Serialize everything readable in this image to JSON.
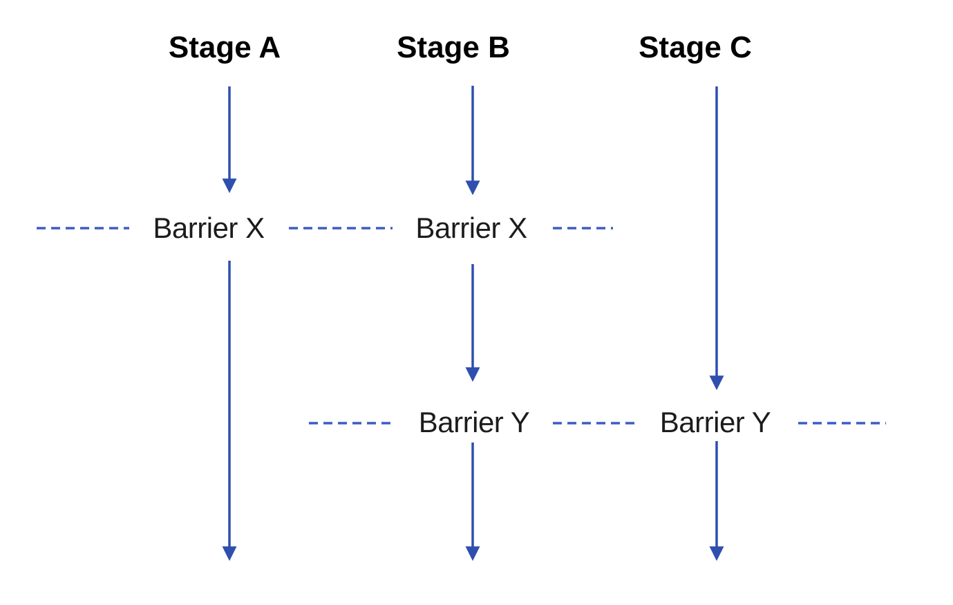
{
  "diagram": {
    "stages": [
      {
        "label": "Stage A"
      },
      {
        "label": "Stage B"
      },
      {
        "label": "Stage C"
      }
    ],
    "barrier_rows": [
      {
        "labels": [
          "Barrier X",
          "Barrier X"
        ]
      },
      {
        "labels": [
          "Barrier Y",
          "Barrier Y"
        ]
      }
    ]
  },
  "colors": {
    "arrow_blue": "#2E4FAD",
    "dash_blue": "#3B5CC4",
    "heading_text": "#000000",
    "barrier_text": "#1C1C1E",
    "background": "#FFFFFF"
  }
}
